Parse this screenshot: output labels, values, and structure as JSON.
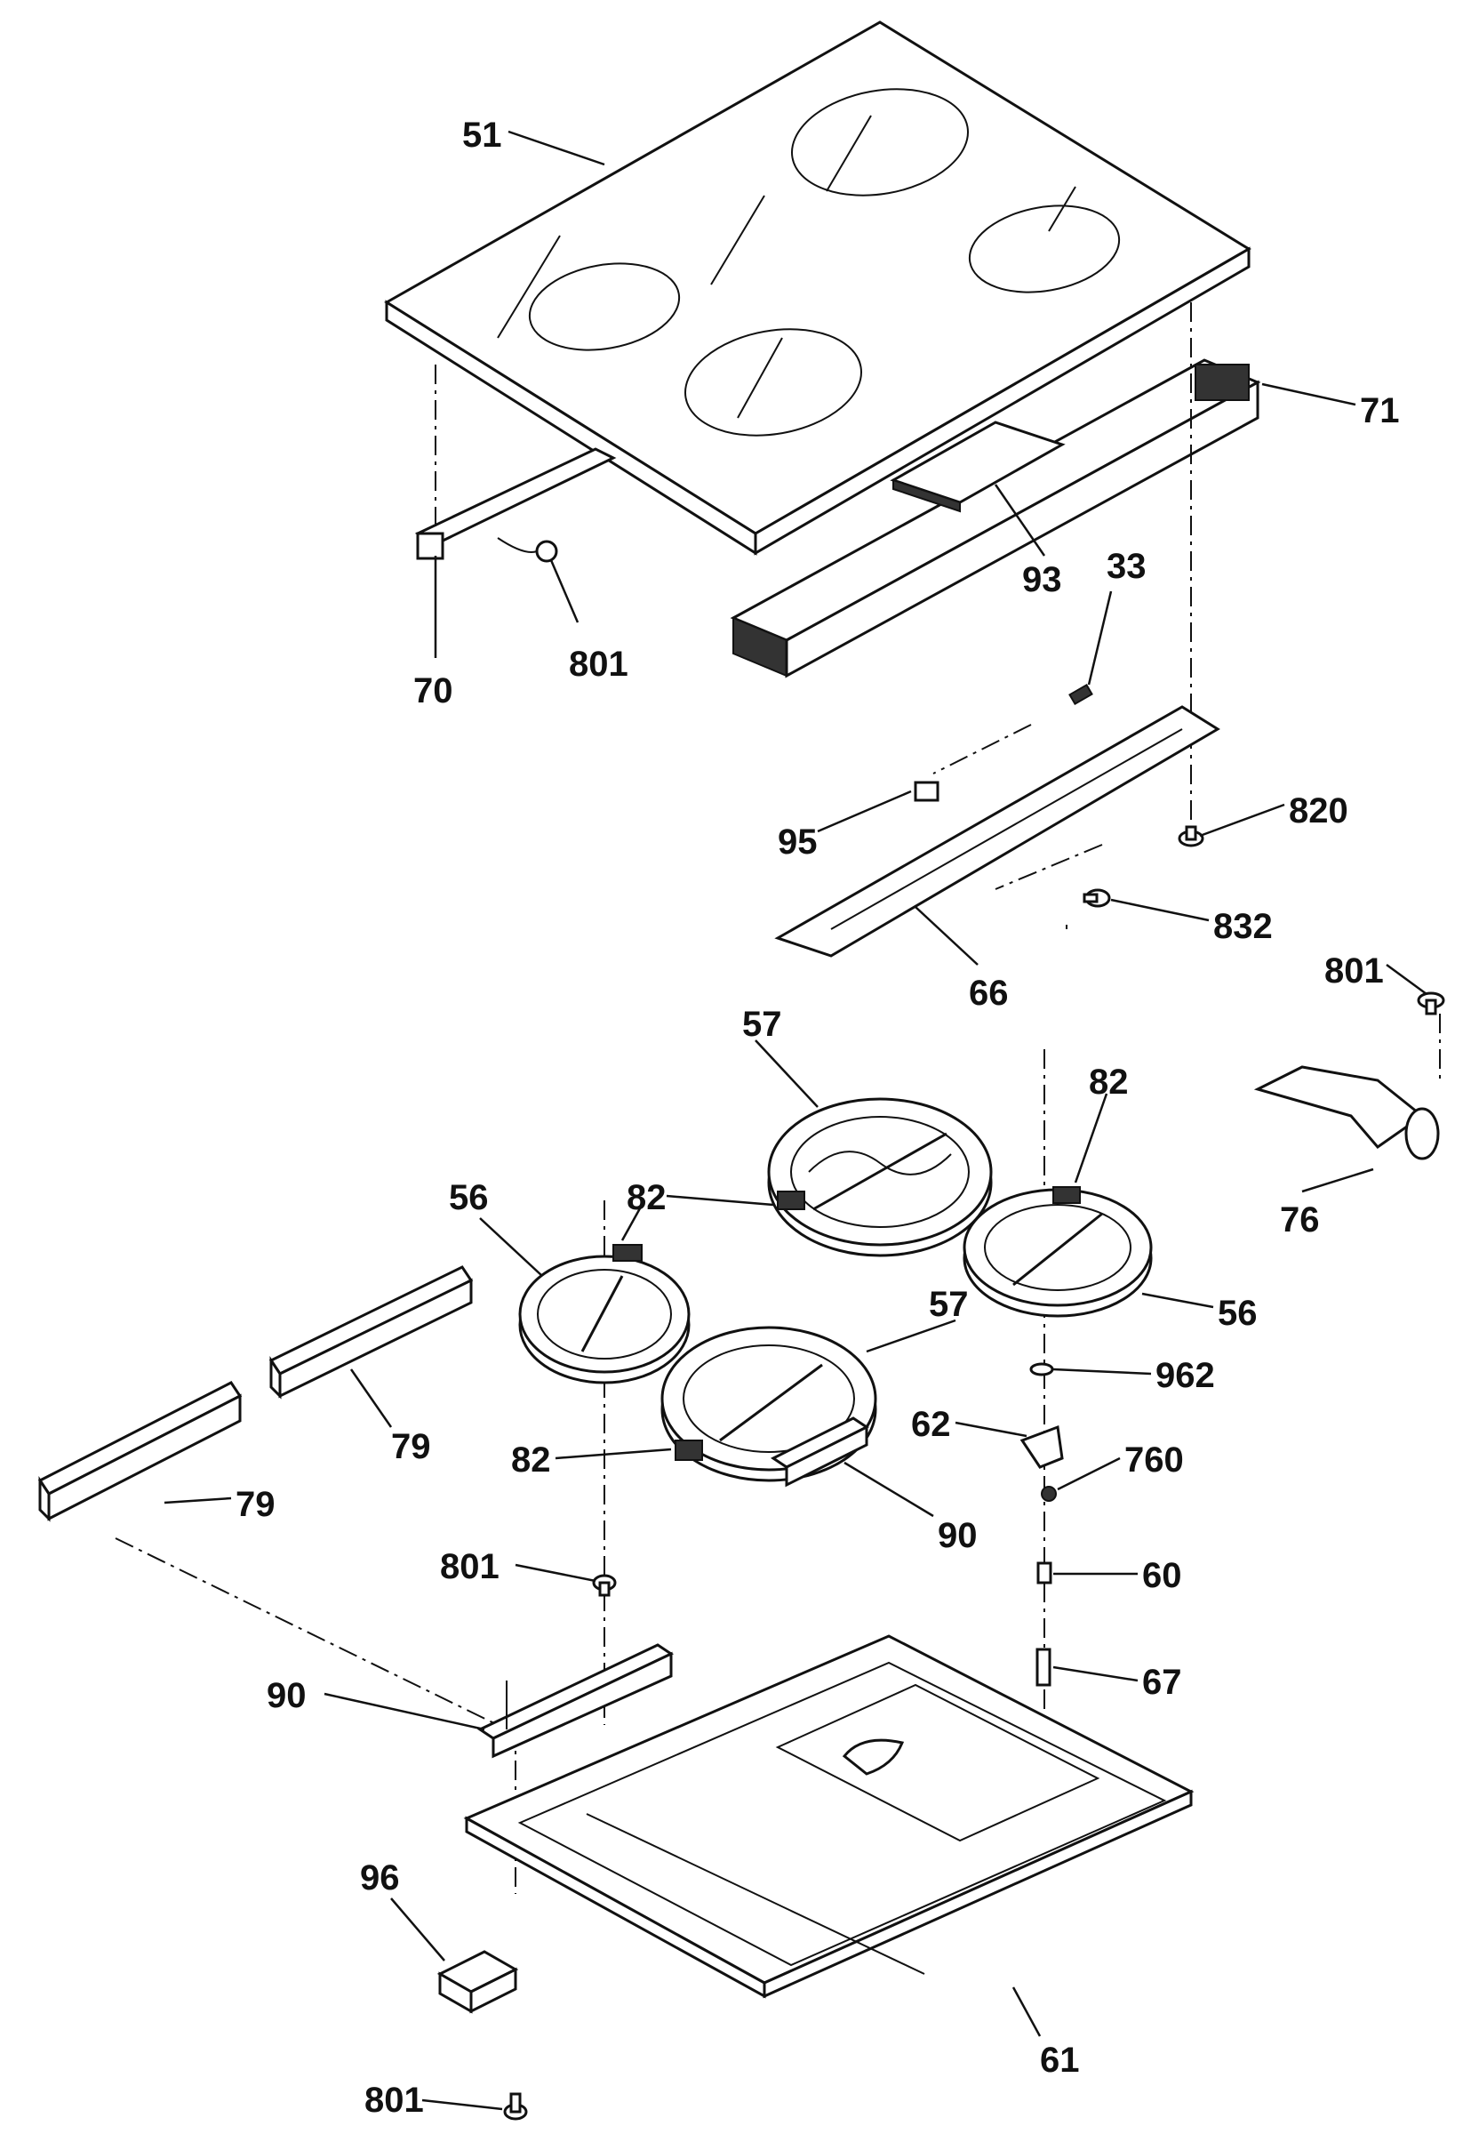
{
  "labels": {
    "l51": "51",
    "l71": "71",
    "l93": "93",
    "l33": "33",
    "l70": "70",
    "l801a": "801",
    "l820": "820",
    "l95": "95",
    "l832": "832",
    "l66": "66",
    "l801b": "801",
    "l57a": "57",
    "l82a": "82",
    "l82b": "82",
    "l56a": "56",
    "l76": "76",
    "l56b": "56",
    "l57b": "57",
    "l962": "962",
    "l62": "62",
    "l760": "760",
    "l82c": "82",
    "l79a": "79",
    "l79b": "79",
    "l801c": "801",
    "l60": "60",
    "l90a": "90",
    "l67": "67",
    "l90b": "90",
    "l96": "96",
    "l61": "61",
    "l801d": "801"
  }
}
